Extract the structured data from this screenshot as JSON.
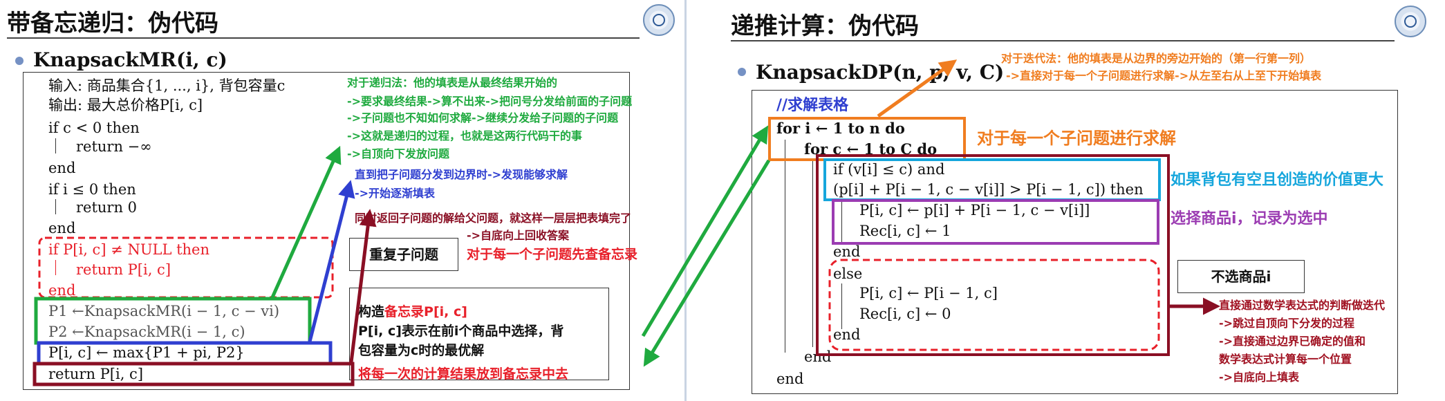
{
  "left": {
    "title": "带备忘递归：伪代码",
    "function_signature": "KnapsackMR(i, c)",
    "code": {
      "input": "输入: 商品集合{1, ..., i}, 背包容量c",
      "output": "输出: 最大总价格P[i, c]",
      "line_if_c": "if c < 0 then",
      "line_ret_inf": "return −∞",
      "line_end1": "end",
      "line_if_i": "if i ≤ 0 then",
      "line_ret0": "return 0",
      "line_end2": "end",
      "line_if_memo": "if P[i, c] ≠ NULL then",
      "line_ret_memo": "return P[i, c]",
      "line_end3": "end",
      "line_p1": "P1 ←KnapsackMR(i − 1, c − vi)",
      "line_p2": "P2 ←KnapsackMR(i − 1, c)",
      "line_max": "P[i, c] ← max{P1 + pi, P2}",
      "line_return": "return P[i, c]"
    },
    "notes": {
      "green": [
        "对于递归法：他的填表是从最终结果开始的",
        "->要求最终结果->算不出来->把问号分发给前面的子问题",
        "->子问题也不知如何求解->继续分发给子问题的子问题",
        "->这就是递归的过程，也就是这两行代码干的事",
        "->自顶向下发放问题"
      ],
      "blue": [
        "直到把子问题分发到边界时->发现能够求解",
        "->开始逐渐填表"
      ],
      "maroon": [
        "同时返回子问题的解给父问题，就这样一层层把表填完了",
        "->自底向上回收答案"
      ],
      "red_memo": "对于每一个子问题先查备忘录",
      "red_store": "将每一次的计算结果放到备忘录中去"
    },
    "repeat_label": "重复子问题",
    "memo_box": {
      "line1_prefix": "构造",
      "line1_highlight": "备忘录P[i, c]",
      "line2": "P[i, c]表示在前i个商品中选择，背",
      "line3": "包容量为c时的最优解"
    }
  },
  "right": {
    "title": "递推计算：伪代码",
    "function_signature": "KnapsackDP(n, p, v, C)",
    "code": {
      "comment": "//求解表格",
      "line_for_i": "for i ← 1 to n do",
      "line_for_c": "for c ← 1 to C do",
      "line_if1": "if (v[i] ≤ c) and",
      "line_if2": "(p[i] + P[i − 1, c − v[i]] > P[i − 1, c]) then",
      "line_assign1": "P[i, c] ← p[i] + P[i − 1, c − v[i]]",
      "line_rec1": "Rec[i, c] ← 1",
      "line_end_if": "end",
      "line_else": "else",
      "line_assign2": "P[i, c] ← P[i − 1, c]",
      "line_rec0": "Rec[i, c] ← 0",
      "line_end_else": "end",
      "line_end_for_c": "end",
      "line_end_for_i": "end"
    },
    "notes": {
      "orange_top": [
        "对于迭代法：他的填表是从边界的旁边开始的（第一行第一列）",
        "->直接对于每一个子问题进行求解->从左至右从上至下开始填表"
      ],
      "orange_big": "对于每一个子问题进行求解",
      "cyan": "如果背包有空且创造的价值更大",
      "purple": "选择商品i，记录为选中",
      "dred": [
        "直接通过数学表达式的判断做迭代",
        "->跳过自顶向下分发的过程",
        "->直接通过边界已确定的值和",
        "数学表达式计算每一个位置",
        "->自底向上填表"
      ]
    },
    "not_select_label": "不选商品i"
  },
  "colors": {
    "green": "#1faa3f",
    "blue": "#2f3fd0",
    "maroon": "#8a0f24",
    "red": "#e8202a",
    "orange": "#f07d20",
    "cyan": "#16a6dc",
    "purple": "#9b3cb2"
  }
}
